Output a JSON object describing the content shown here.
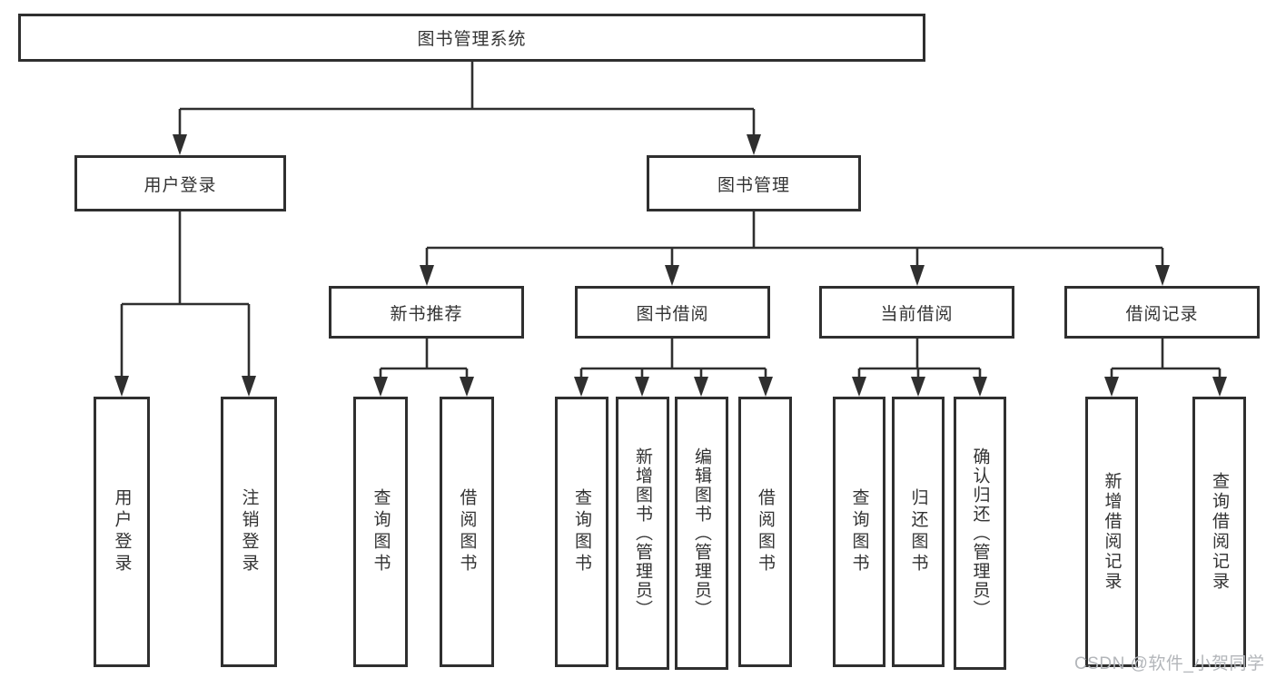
{
  "diagram": {
    "title": "图书管理系统",
    "root": {
      "label": "图书管理系统"
    },
    "branches": [
      {
        "label": "用户登录",
        "leaves": [
          {
            "label": "用户登录"
          },
          {
            "label": "注销登录"
          }
        ]
      },
      {
        "label": "图书管理",
        "groups": [
          {
            "label": "新书推荐",
            "leaves": [
              {
                "label": "查询图书"
              },
              {
                "label": "借阅图书"
              }
            ]
          },
          {
            "label": "图书借阅",
            "leaves": [
              {
                "label": "查询图书"
              },
              {
                "label": "新增图书（管理员）"
              },
              {
                "label": "编辑图书（管理员）"
              },
              {
                "label": "借阅图书"
              }
            ]
          },
          {
            "label": "当前借阅",
            "leaves": [
              {
                "label": "查询图书"
              },
              {
                "label": "归还图书"
              },
              {
                "label": "确认归还（管理员）"
              }
            ]
          },
          {
            "label": "借阅记录",
            "leaves": [
              {
                "label": "新增借阅记录"
              },
              {
                "label": "查询借阅记录"
              }
            ]
          }
        ]
      }
    ]
  },
  "watermark": {
    "text": "CSDN @软件_小贺同学"
  },
  "colors": {
    "line": "#2f2f2f",
    "box_border": "#2f2f2f",
    "box_bg": "#ffffff",
    "text": "#333333",
    "watermark": "#b3b6ba"
  }
}
